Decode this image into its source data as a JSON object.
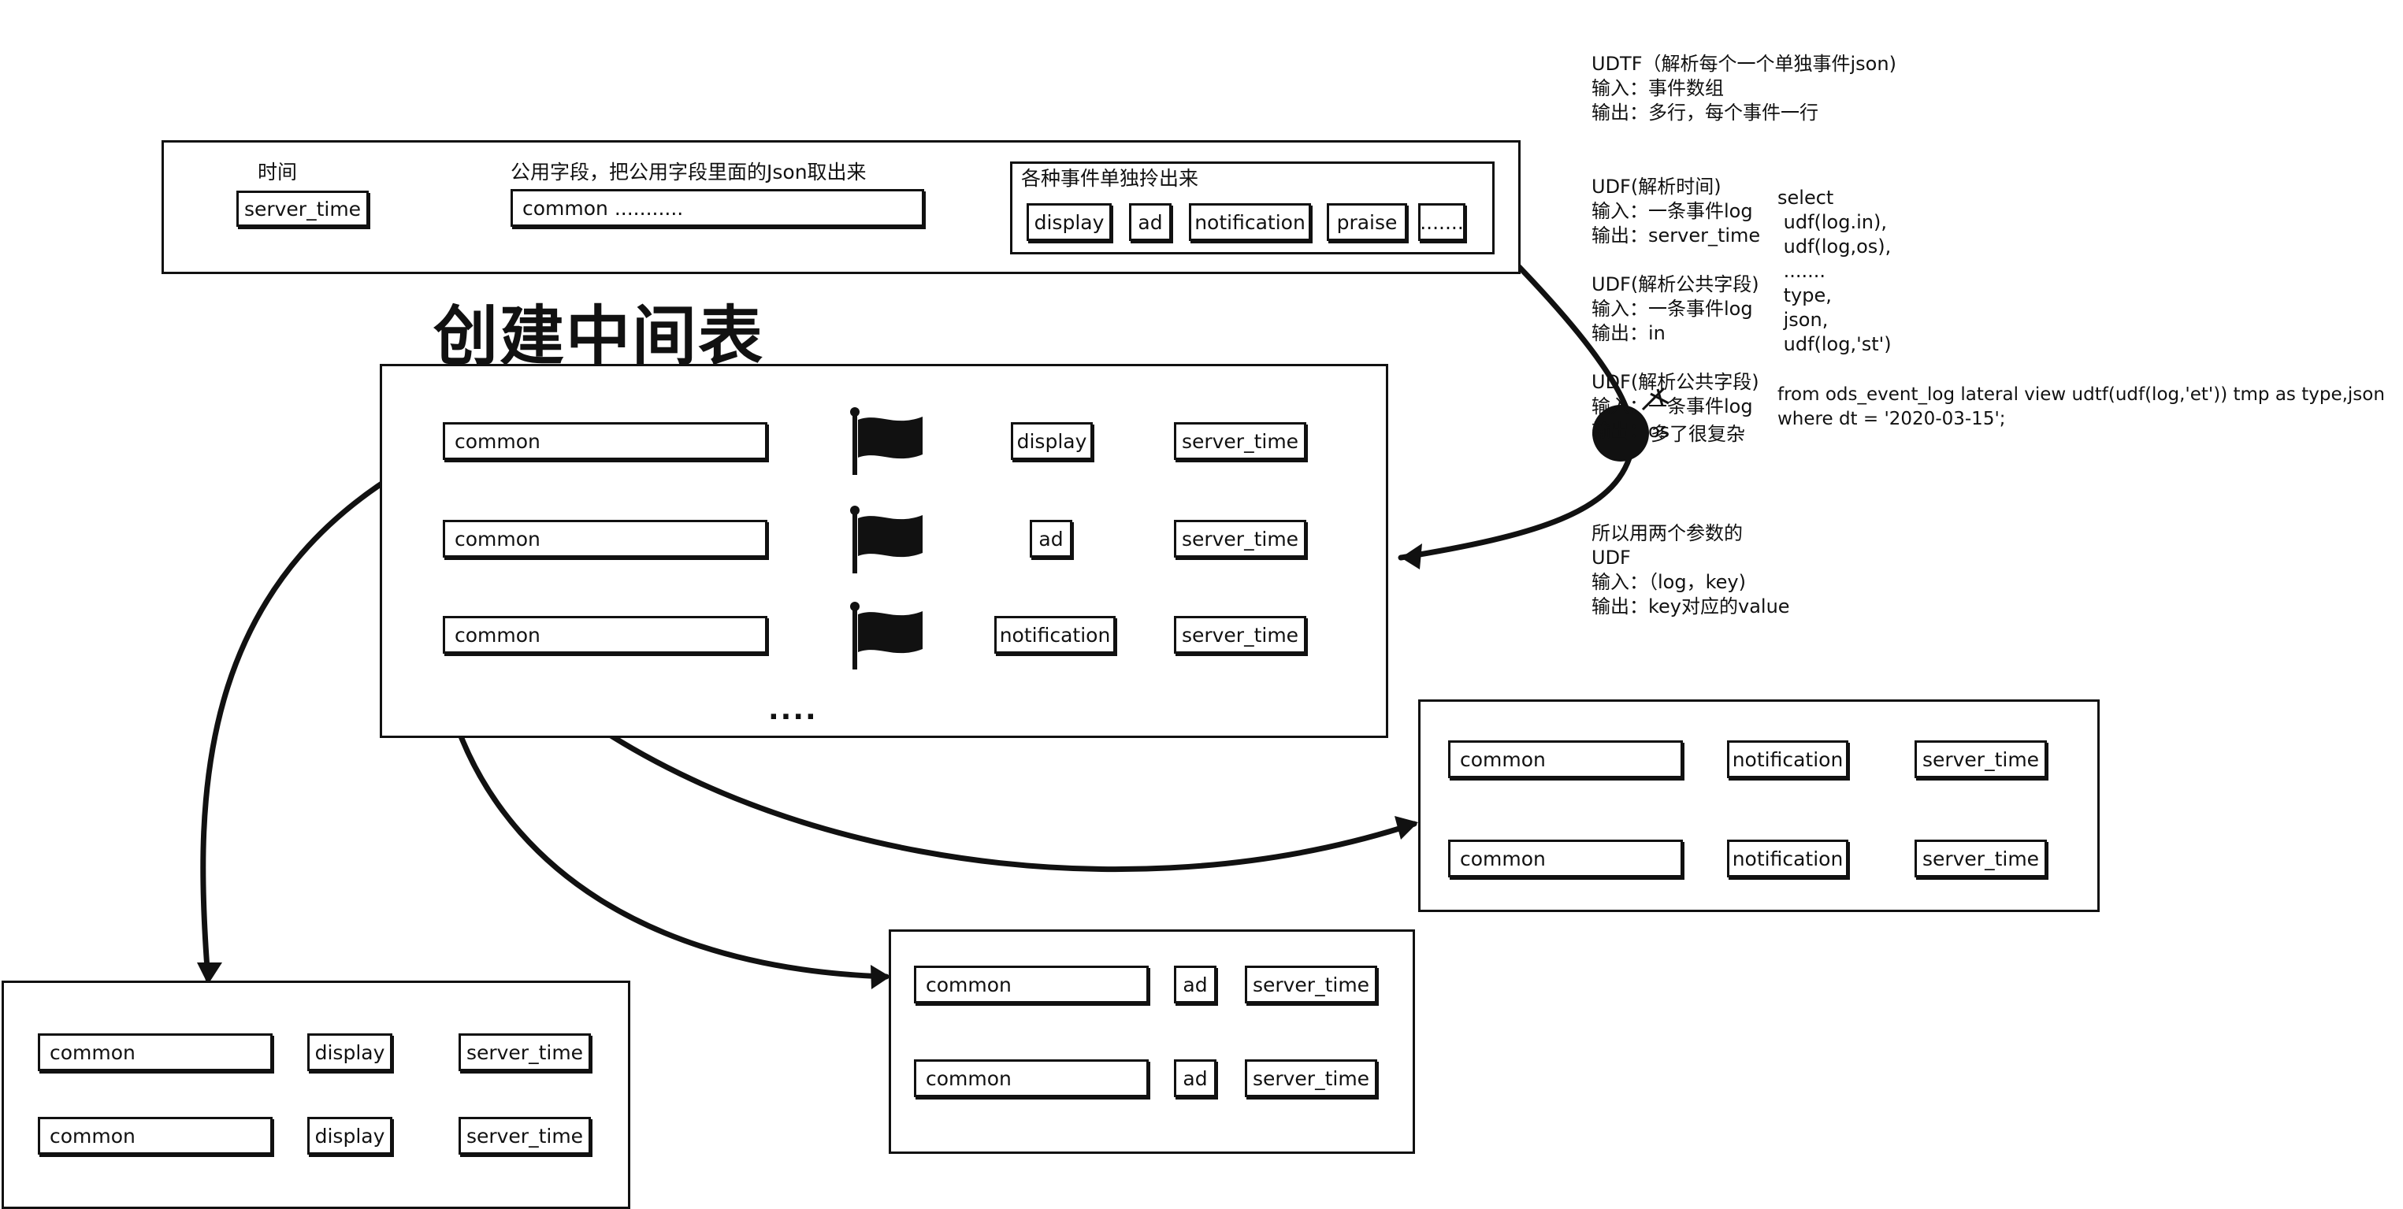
{
  "top": {
    "time_label": "时间",
    "server_time": "server_time",
    "common_label": "公用字段，把公用字段里面的Json取出来",
    "common_value": "common ...........",
    "events_label": "各种事件单独拎出来",
    "events": [
      "display",
      "ad",
      "notification",
      "praise",
      "......."
    ]
  },
  "mid": {
    "title": "创建中间表",
    "rows": [
      {
        "common": "common",
        "event": "display",
        "time": "server_time"
      },
      {
        "common": "common",
        "event": "ad",
        "time": "server_time"
      },
      {
        "common": "common",
        "event": "notification",
        "time": "server_time"
      }
    ],
    "ellipsis": "...."
  },
  "display_table": [
    {
      "common": "common",
      "event": "display",
      "time": "server_time"
    },
    {
      "common": "common",
      "event": "display",
      "time": "server_time"
    }
  ],
  "ad_table": [
    {
      "common": "common",
      "event": "ad",
      "time": "server_time"
    },
    {
      "common": "common",
      "event": "ad",
      "time": "server_time"
    }
  ],
  "notification_table": [
    {
      "common": "common",
      "event": "notification",
      "time": "server_time"
    },
    {
      "common": "common",
      "event": "notification",
      "time": "server_time"
    }
  ],
  "notes": {
    "udtf": [
      "UDTF（解析每个一个单独事件json)",
      "输入：事件数组",
      "输出：多行，每个事件一行"
    ],
    "udf_time": [
      "UDF(解析时间)",
      "输入：一条事件log",
      "输出：server_time"
    ],
    "udf_common1": [
      "UDF(解析公共字段)",
      "输入：一条事件log",
      "输出：in"
    ],
    "udf_common2": [
      "UDF(解析公共字段)",
      "输入：一条事件log",
      "输出：os"
    ],
    "complex_tail": "多了很复杂",
    "two_params": [
      "所以用两个参数的",
      "UDF",
      "输入：（log，key)",
      "输出：key对应的value"
    ],
    "sql_select": [
      "select",
      " udf(log.in),",
      " udf(log,os),",
      " .......",
      " type,",
      " json,",
      " udf(log,'st')"
    ],
    "sql_from": [
      "from ods_event_log lateral view udtf(udf(log,'et')) tmp as type,json",
      "where dt = '2020-03-15';"
    ]
  }
}
